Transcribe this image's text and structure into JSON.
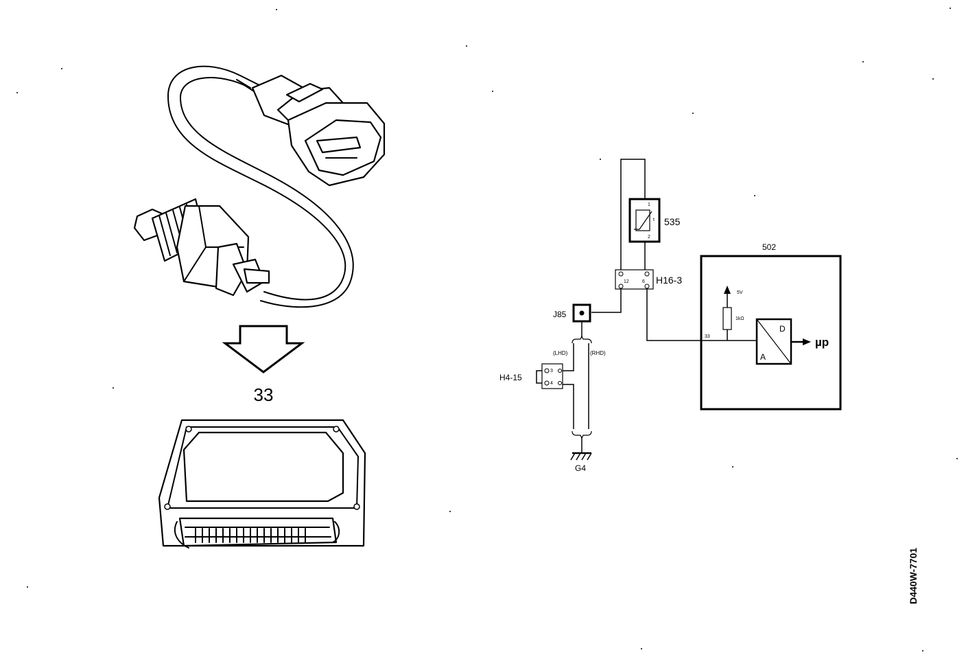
{
  "figure_id": "D440W-7701",
  "arrow_label": "33",
  "schematic": {
    "sensor": {
      "label": "535",
      "pin_top": "1",
      "pin_bottom": "2",
      "symbol_mark": "t"
    },
    "connector_h16": {
      "label": "H16-3",
      "pin_left": "12",
      "pin_right": "6"
    },
    "junction": {
      "label": "J85"
    },
    "connector_h4": {
      "label": "H4-15",
      "pin_top": "3",
      "pin_bottom": "4"
    },
    "variant_left": "(LHD)",
    "variant_right": "(RHD)",
    "ground": {
      "label": "G4"
    },
    "control_module": {
      "label": "502",
      "pin": "33",
      "supply": "5V",
      "resistor": "1kΩ",
      "converter_in": "A",
      "converter_out": "D",
      "output": "µp"
    }
  }
}
